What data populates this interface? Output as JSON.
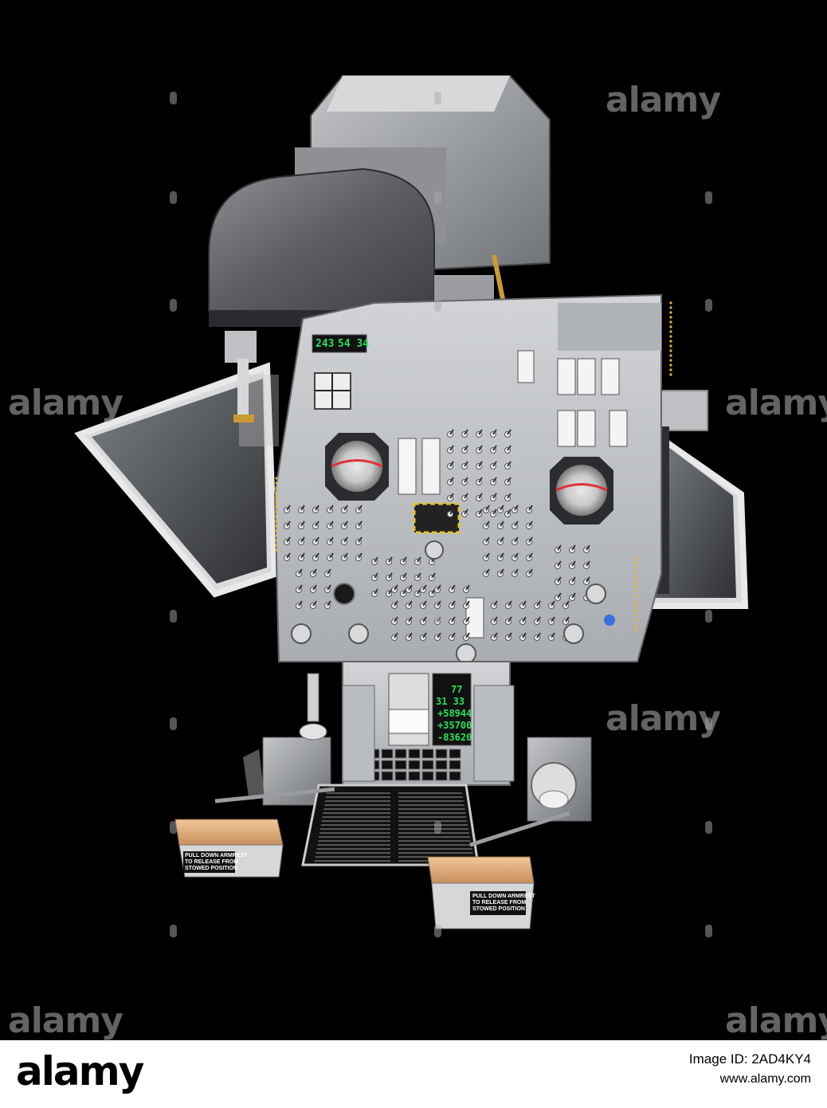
{
  "watermark": {
    "text": "alamy",
    "dot_color": "#aaaaaa"
  },
  "display": {
    "timer_left": "243",
    "timer_right": "54 34",
    "dsky_prog": "77",
    "dsky_verb_noun": "31  33",
    "dsky_r1": "+58944",
    "dsky_r2": "+35700",
    "dsky_r3": "-83620"
  },
  "armrests": {
    "left_label": "PULL DOWN ARMREST\nTO RELEASE FROM\nSTOWED POSITION",
    "right_label": "PULL DOWN ARMREST\nTO RELEASE FROM\nSTOWED POSITION"
  },
  "footer": {
    "logo": "alamy",
    "image_id": "Image ID: 2AD4KY4",
    "url": "www.alamy.com"
  },
  "colors": {
    "background": "#000000",
    "panel": "#b9bcc0",
    "brass": "#c99a35",
    "display_green": "#27e05a",
    "cushion": "#e9b985"
  }
}
